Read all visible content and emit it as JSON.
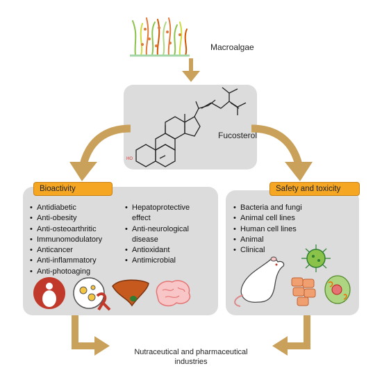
{
  "top": {
    "source_label": "Macroalgae",
    "compound_label": "Fucosterol",
    "ho_label": "HO"
  },
  "bioactivity": {
    "title": "Bioactivity",
    "col1": [
      "Antidiabetic",
      "Anti-obesity",
      "Anti-osteoarthritic",
      "Immunomodulatory",
      "Anticancer",
      "Anti-inflammatory",
      "Anti-photoaging"
    ],
    "col2": [
      "Hepatoprotective",
      "effect",
      "Anti-neurological",
      "disease",
      "Antioxidant",
      "Antimicrobial"
    ]
  },
  "safety": {
    "title": "Safety and toxicity",
    "items": [
      "Bacteria and fungi",
      "Animal cell lines",
      "Human cell lines",
      "Animal",
      "Clinical"
    ]
  },
  "bottom": {
    "line1": "Nutraceutical and pharmaceutical",
    "line2": "industries"
  },
  "colors": {
    "arrow": "#c9a15a",
    "panel": "#dcdcdc",
    "tag": "#f5a623",
    "ho": "#d33"
  }
}
